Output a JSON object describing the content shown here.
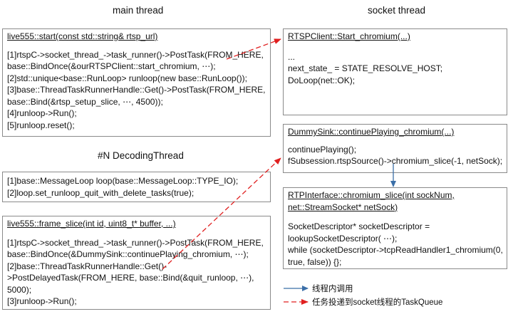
{
  "headings": {
    "main_thread": "main thread",
    "socket_thread": "socket thread",
    "decoding_thread": "#N DecodingThread"
  },
  "boxes": {
    "live555_start": {
      "title": "live555::start(const std::string& rtsp_url)",
      "lines": [
        "[1]rtspC->socket_thread_->task_runner()->PostTask(FROM_HERE,",
        "base::BindOnce(&ourRTSPClient::start_chromium, ⋯);",
        "[2]std::unique<base::RunLoop> runloop(new base::RunLoop());",
        "[3]base::ThreadTaskRunnerHandle::Get()->PostTask(FROM_HERE,",
        "base::Bind(&rtsp_setup_slice, ⋯, 4500));",
        "[4]runloop->Run();",
        "[5]runloop.reset();"
      ]
    },
    "rtsp_client_start": {
      "title": "RTSPClient::Start_chromium(...)",
      "lines": [
        "...",
        "next_state_ = STATE_RESOLVE_HOST;",
        "DoLoop(net::OK);"
      ]
    },
    "decoding_loop": {
      "lines": [
        "[1]base::MessageLoop loop(base::MessageLoop::TYPE_IO);",
        "[2]loop.set_runloop_quit_with_delete_tasks(true);"
      ]
    },
    "dummy_sink": {
      "title": "DummySink::continuePlaying_chromium(...)",
      "lines": [
        "continuePlaying();",
        "fSubsession.rtspSource()->chromium_slice(-1, netSock);"
      ]
    },
    "rtp_interface": {
      "title_lines": [
        "RTPInterface::chromium_slice(int sockNum,",
        "net::StreamSocket* netSock)"
      ],
      "lines": [
        "SocketDescriptor* socketDescriptor =",
        "lookupSocketDescriptor( ⋯);",
        "while (socketDescriptor->tcpReadHandler1_chromium(0,",
        "true, false)) {};"
      ]
    },
    "frame_slice": {
      "title": "live555::frame_slice(int id, uint8_t* buffer, ...)",
      "lines": [
        "[1]rtspC->socket_thread_->task_runner()->PostTask(FROM_HERE,",
        "base::BindOnce(&DummySink::continuePlaying_chromium, ⋯);",
        "[2]base::ThreadTaskRunnerHandle::Get()-",
        ">PostDelayedTask(FROM_HERE, base::Bind(&quit_runloop, ⋯),",
        "5000);",
        "[3]runloop->Run();"
      ]
    }
  },
  "legend": {
    "in_thread_call": "线程内调用",
    "post_to_socket": "任务投递到socket线程的TaskQueue"
  },
  "colors": {
    "in_thread_arrow": "#3b6fa8",
    "post_arrow": "#e02020",
    "box_border": "#8a8a8a"
  }
}
